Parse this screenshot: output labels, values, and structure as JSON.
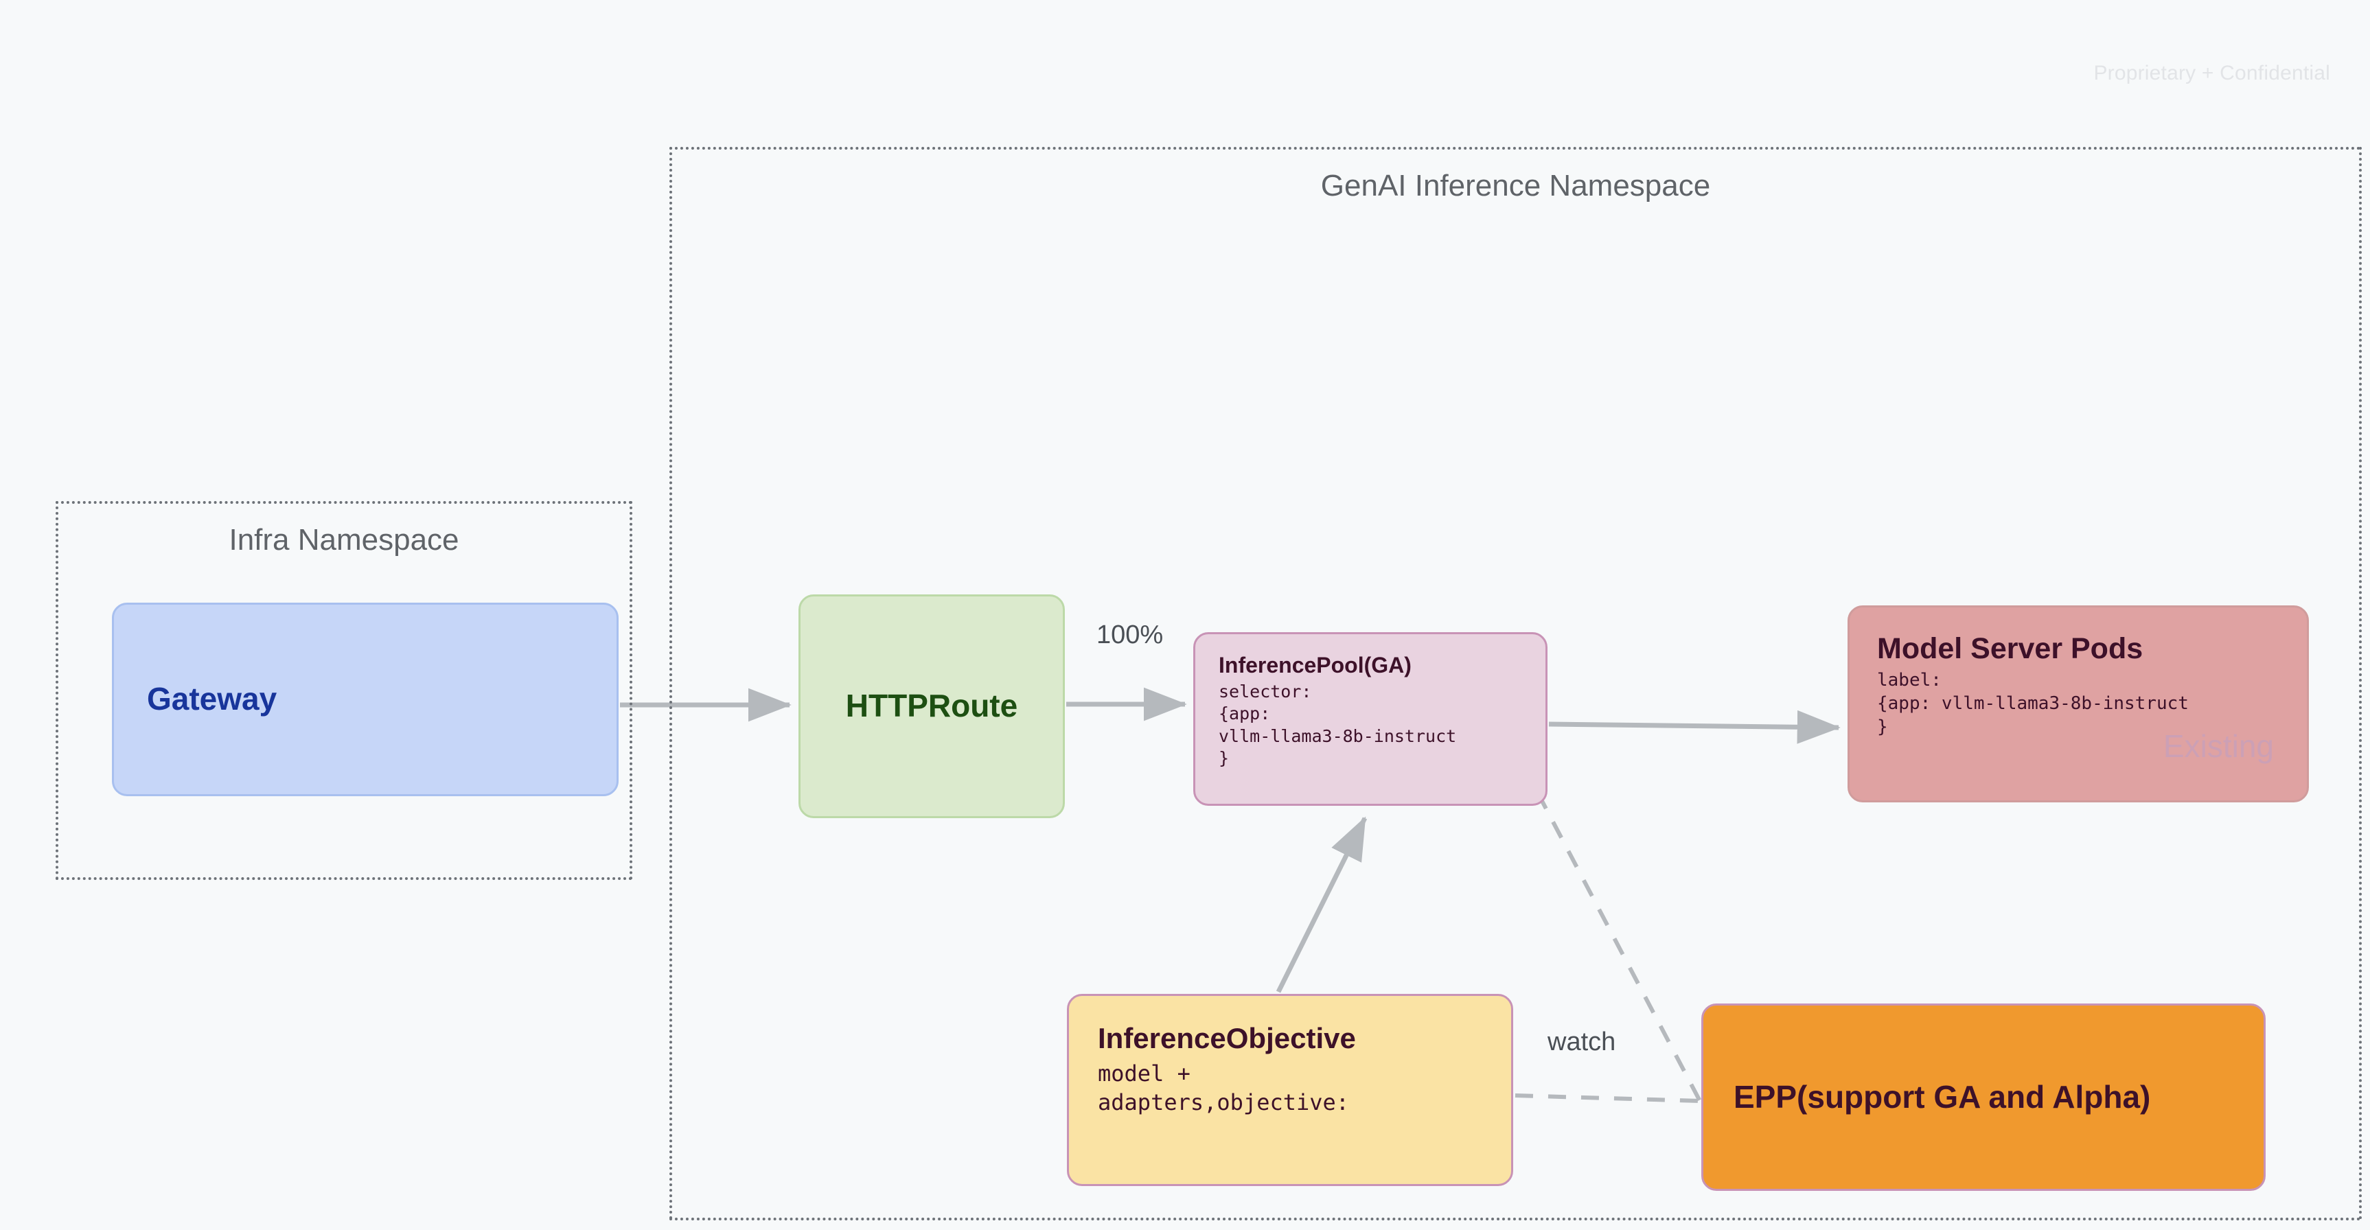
{
  "watermark": {
    "confidential": "Proprietary + Confidential"
  },
  "namespaces": {
    "genai": {
      "title": "GenAI Inference Namespace"
    },
    "infra": {
      "title": "Infra Namespace"
    }
  },
  "nodes": {
    "gateway": {
      "title": "Gateway"
    },
    "httproute": {
      "title": "HTTPRoute"
    },
    "inference_pool": {
      "title": "InferencePool(GA)",
      "body": "selector:\n{app:\nvllm-llama3-8b-instruct\n}"
    },
    "model_server_pods": {
      "title": "Model Server Pods",
      "body": "label:\n{app: vllm-llama3-8b-instruct\n}",
      "stamp": "Existing"
    },
    "inference_objective": {
      "title": "InferenceObjective",
      "body": "model +\nadapters,objective:"
    },
    "epp": {
      "title": "EPP(support GA and Alpha)"
    }
  },
  "edges": {
    "traffic_split": "100%",
    "watch": "watch"
  },
  "colors": {
    "background": "#f7f9fa",
    "gateway_fill": "#c6d6f8",
    "gateway_text": "#18359b",
    "httproute_fill": "#dbeacd",
    "httproute_text": "#1d4f12",
    "inference_pool_fill": "#e9d3e0",
    "model_server_fill": "#dfa2a2",
    "inference_objective_fill": "#fae3a4",
    "epp_fill": "#f0992e",
    "node_text_dark": "#3d1129",
    "connector": "#b5b9bd",
    "namespace_border": "#6d7278",
    "namespace_title": "#5f6368"
  }
}
